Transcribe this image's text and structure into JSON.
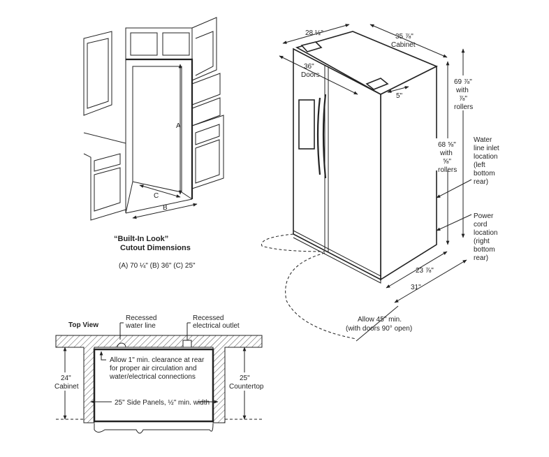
{
  "builtin": {
    "title_line1": "“Built-In Look”",
    "title_line2": "Cutout Dimensions",
    "dims": "(A) 70 ¼\"   (B) 36\"   (C) 25\"",
    "label_a": "A",
    "label_b": "B",
    "label_c": "C"
  },
  "fridge": {
    "depth": "28 ½\"",
    "cabinet_width": "35 ⅞\"",
    "cabinet_label": "Cabinet",
    "doors_width": "36\"",
    "doors_label": "Doors",
    "hinge_gap": "5\"",
    "height_78": [
      "69 ⅞\"",
      "with",
      "⅞\"",
      "rollers"
    ],
    "height_58": [
      "68 ⅝\"",
      "with",
      "⅝\"",
      "rollers"
    ],
    "water_inlet": [
      "Water",
      "line inlet",
      "location",
      "(left",
      "bottom",
      "rear)"
    ],
    "power_cord": [
      "Power",
      "cord",
      "location",
      "(right",
      "bottom",
      "rear)"
    ],
    "depth_body": "23 ⅞\"",
    "depth_total": "31\"",
    "door_clearance": "Allow 45\" min.",
    "door_clearance_note": "(with doors 90° open)"
  },
  "top_view": {
    "title": "Top View",
    "water_line": [
      "Recessed",
      "water line"
    ],
    "electrical_outlet": [
      "Recessed",
      "electrical outlet"
    ],
    "clearance_note": [
      "Allow 1\" min. clearance at rear",
      "for proper air circulation and",
      "water/electrical connections"
    ],
    "cabinet_depth": "24\"",
    "cabinet_label": "Cabinet",
    "countertop_depth": "25\"",
    "countertop_label": "Countertop",
    "side_panels": "25\" Side Panels, ½\" min. width"
  }
}
